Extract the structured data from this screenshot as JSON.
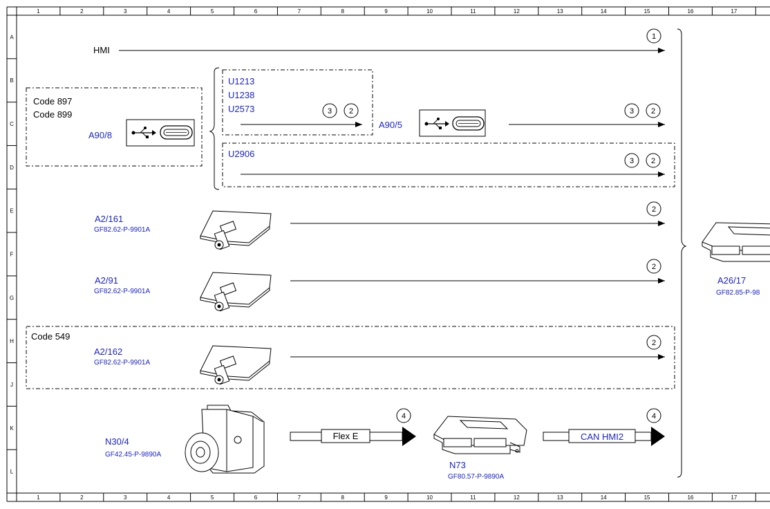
{
  "grid": {
    "columns": [
      "1",
      "2",
      "3",
      "4",
      "5",
      "6",
      "7",
      "8",
      "9",
      "10",
      "11",
      "12",
      "13",
      "14",
      "15",
      "16",
      "17"
    ],
    "rows": [
      "A",
      "B",
      "C",
      "D",
      "E",
      "F",
      "G",
      "H",
      "J",
      "K",
      "L"
    ]
  },
  "colors": {
    "blue_text": "#1a24c8",
    "line": "#000000"
  },
  "hmi": {
    "label": "HMI",
    "ref": "1"
  },
  "code_box_left": {
    "code1": "Code 897",
    "code2": "Code 899",
    "component": "A90/8"
  },
  "u_box": {
    "codes": [
      "U1213",
      "U1238",
      "U2573"
    ],
    "refs": [
      "3",
      "2"
    ]
  },
  "a90_5": {
    "component": "A90/5",
    "refs": [
      "3",
      "2"
    ]
  },
  "u2906_box": {
    "code": "U2906",
    "refs": [
      "3",
      "2"
    ]
  },
  "a2_161": {
    "component": "A2/161",
    "doc": "GF82.62-P-9901A",
    "ref": "2"
  },
  "a2_91": {
    "component": "A2/91",
    "doc": "GF82.62-P-9901A",
    "ref": "2"
  },
  "code549_box": {
    "code": "Code 549",
    "component": "A2/162",
    "doc": "GF82.62-P-9901A",
    "ref": "2"
  },
  "n30_4": {
    "component": "N30/4",
    "doc": "GF42.45-P-9890A"
  },
  "flex_e": {
    "label": "Flex E",
    "ref": "4"
  },
  "n73": {
    "component": "N73",
    "doc": "GF80.57-P-9890A"
  },
  "can_hmi2": {
    "label": "CAN HMI2",
    "ref": "4"
  },
  "a26_17": {
    "component": "A26/17",
    "doc": "GF82.85-P-98"
  }
}
